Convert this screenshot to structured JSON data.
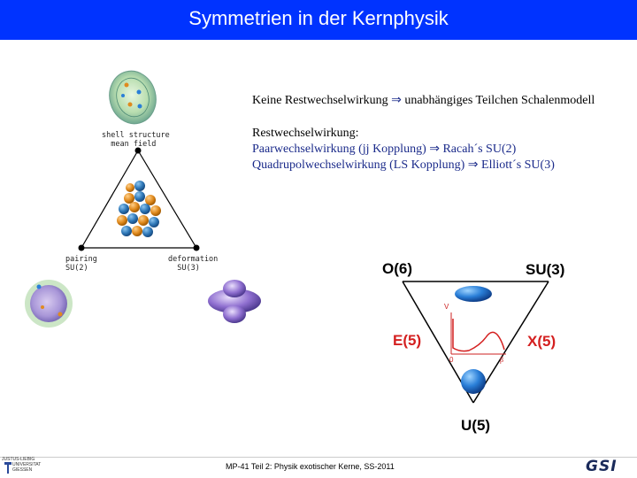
{
  "header": {
    "title": "Symmetrien in der Kernphysik",
    "color": "#0033ff"
  },
  "content": {
    "line1_a": "Keine Restwechselwirkung ",
    "line1_b": "unabhängiges Teilchen Schalenmodell",
    "line2": "Restwechselwirkung:",
    "line3_a": "Paarwechselwirkung (jj Kopplung) ",
    "line3_b": "Racah´s SU(2)",
    "line4_a": "Quadrupolwechselwirkung (LS Kopplung) ",
    "line4_b": "Elliott´s SU(3)",
    "arrow": "⇒"
  },
  "triangle_left": {
    "top_label_1": "shell structure",
    "top_label_2": "mean field",
    "left_label_1": "pairing",
    "left_label_2": "SU(2)",
    "right_label_1": "deformation",
    "right_label_2": "SU(3)"
  },
  "triangle_ibm": {
    "o6": "O(6)",
    "su3": "SU(3)",
    "e5": "E(5)",
    "x5": "X(5)",
    "u5": "U(5)",
    "axis_v": "V",
    "axis_zero": "0",
    "axis_beta": "β",
    "accent": "#d42020"
  },
  "footer": {
    "text": "MP-41 Teil 2: Physik exotischer Kerne, SS-2011",
    "university": [
      "JUSTUS-LIEBIG",
      "UNIVERSITAT",
      "GIESSEN"
    ],
    "logo_right": "GSI"
  }
}
